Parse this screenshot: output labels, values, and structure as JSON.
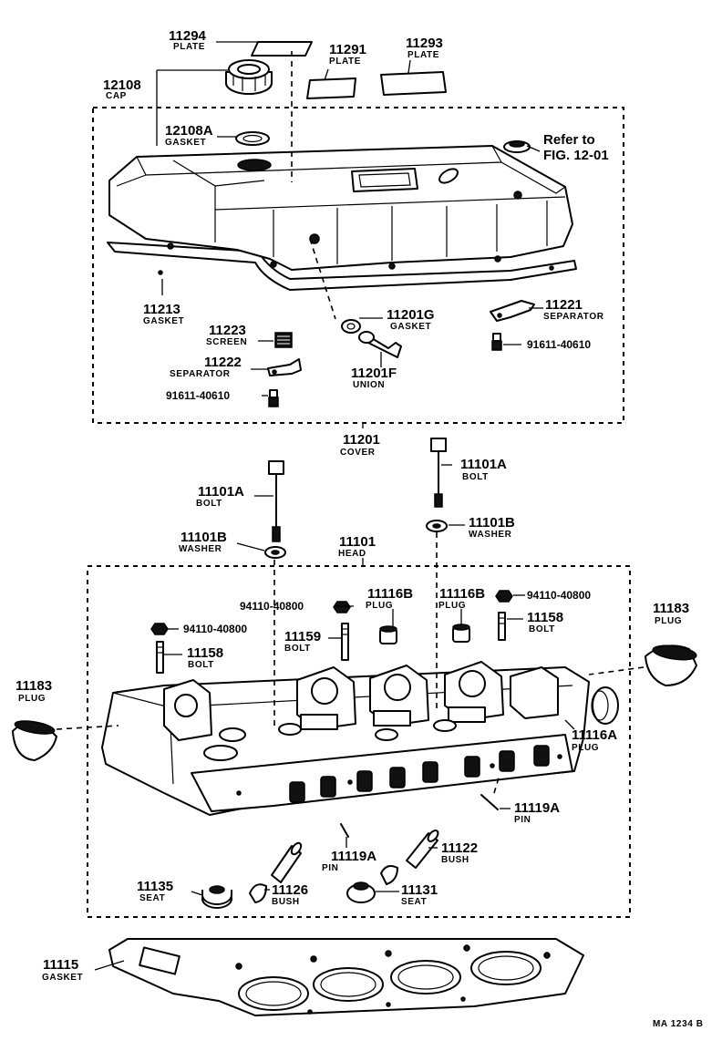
{
  "diagram_code": "MA 1234 B",
  "reference": {
    "line1": "Refer to",
    "line2": "FIG. 12-01"
  },
  "labels": {
    "p11294": {
      "number": "11294",
      "name": "PLATE"
    },
    "p11291": {
      "number": "11291",
      "name": "PLATE"
    },
    "p11293": {
      "number": "11293",
      "name": "PLATE"
    },
    "p12108": {
      "number": "12108",
      "name": "CAP"
    },
    "p12108a": {
      "number": "12108A",
      "name": "GASKET"
    },
    "p11213": {
      "number": "11213",
      "name": "GASKET"
    },
    "p11201g": {
      "number": "11201G",
      "name": "GASKET"
    },
    "p11221": {
      "number": "11221",
      "name": "SEPARATOR"
    },
    "p11223": {
      "number": "11223",
      "name": "SCREEN"
    },
    "p11222": {
      "number": "11222",
      "name": "SEPARATOR"
    },
    "p11201f": {
      "number": "11201F",
      "name": "UNION"
    },
    "p91611a": {
      "number": "91611-40610"
    },
    "p91611b": {
      "number": "91611-40610"
    },
    "p11201": {
      "number": "11201",
      "name": "COVER"
    },
    "p11101a_l": {
      "number": "11101A",
      "name": "BOLT"
    },
    "p11101a_r": {
      "number": "11101A",
      "name": "BOLT"
    },
    "p11101b_l": {
      "number": "11101B",
      "name": "WASHER"
    },
    "p11101b_r": {
      "number": "11101B",
      "name": "WASHER"
    },
    "p11101": {
      "number": "11101",
      "name": "HEAD"
    },
    "p94110a": {
      "number": "94110-40800"
    },
    "p94110b": {
      "number": "94110-40800"
    },
    "p94110c": {
      "number": "94110-40800"
    },
    "p11116b_l": {
      "number": "11116B",
      "name": "PLUG"
    },
    "p11116b_r": {
      "number": "11116B",
      "name": "PLUG"
    },
    "p11159": {
      "number": "11159",
      "name": "BOLT"
    },
    "p11158_l": {
      "number": "11158",
      "name": "BOLT"
    },
    "p11158_r": {
      "number": "11158",
      "name": "BOLT"
    },
    "p11183_l": {
      "number": "11183",
      "name": "PLUG"
    },
    "p11183_r": {
      "number": "11183",
      "name": "PLUG"
    },
    "p11116a": {
      "number": "11116A",
      "name": "PLUG"
    },
    "p11119a_r": {
      "number": "11119A",
      "name": "PIN"
    },
    "p11119a_c": {
      "number": "11119A",
      "name": "PIN"
    },
    "p11122": {
      "number": "11122",
      "name": "BUSH"
    },
    "p11135": {
      "number": "11135",
      "name": "SEAT"
    },
    "p11126": {
      "number": "11126",
      "name": "BUSH"
    },
    "p11131": {
      "number": "11131",
      "name": "SEAT"
    },
    "p11115": {
      "number": "11115",
      "name": "GASKET"
    }
  }
}
